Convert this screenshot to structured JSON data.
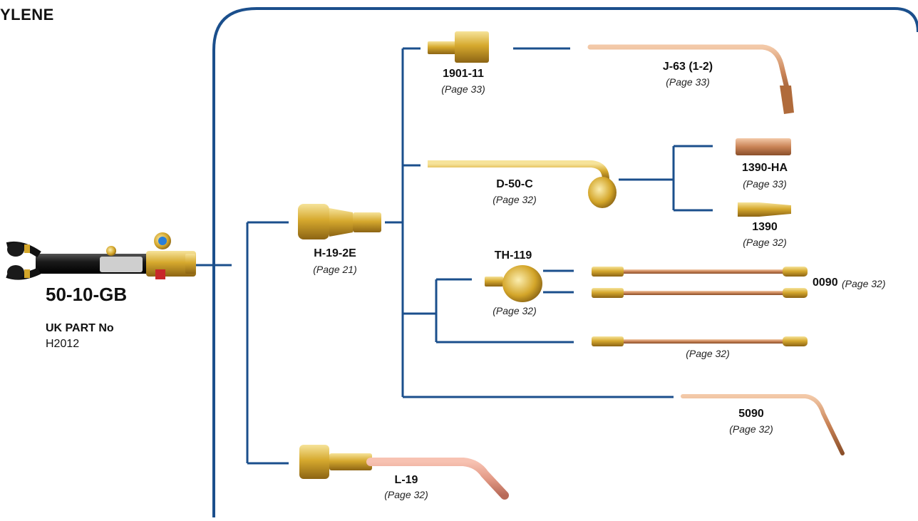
{
  "heading": "YLENE",
  "colors": {
    "line": "#1b4f8c",
    "brass": "#d4a62a",
    "copper": "#c98860",
    "black": "#111111"
  },
  "main_torch": {
    "part": "50-10-GB",
    "uk_label": "UK PART No",
    "uk_value": "H2012"
  },
  "parts": {
    "h192e": {
      "name": "H-19-2E",
      "page": "(Page 21)"
    },
    "p190111": {
      "name": "1901-11",
      "page": "(Page 33)"
    },
    "j63": {
      "name": "J-63 (1-2)",
      "page": "(Page 33)"
    },
    "d50c": {
      "name": "D-50-C",
      "page": "(Page 32)"
    },
    "p1390ha": {
      "name": "1390-HA",
      "page": "(Page 33)"
    },
    "p1390": {
      "name": "1390",
      "page": "(Page 32)"
    },
    "th119": {
      "name": "TH-119",
      "page": "(Page 32)"
    },
    "p0090": {
      "name": "0090",
      "page": "(Page 32)"
    },
    "lower_tube": {
      "page": "(Page 32)"
    },
    "p5090": {
      "name": "5090",
      "page": "(Page 32)"
    },
    "l19": {
      "name": "L-19",
      "page": "(Page 32)"
    }
  }
}
